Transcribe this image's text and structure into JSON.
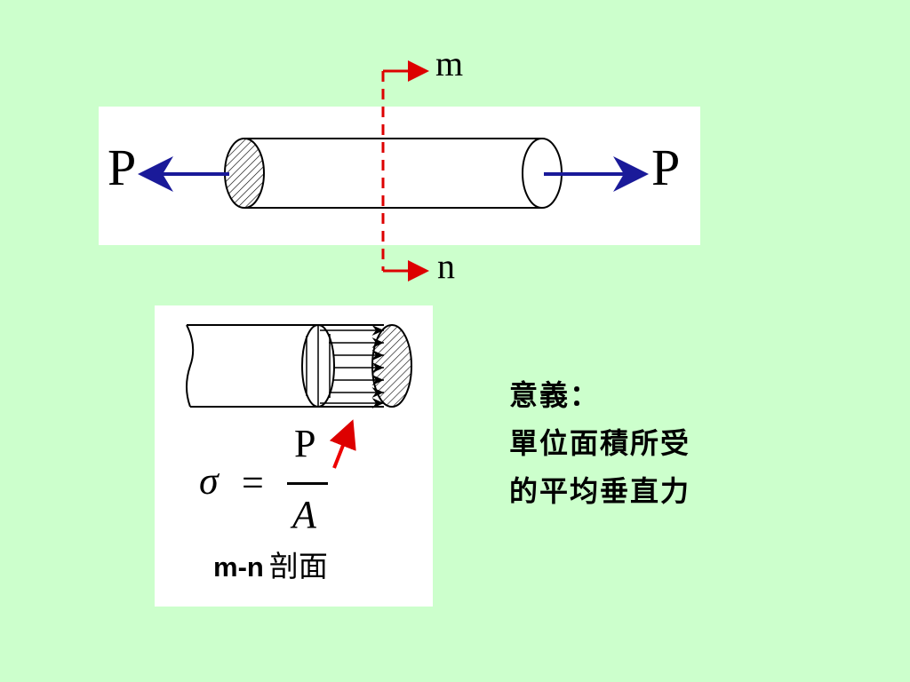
{
  "bar_diagram": {
    "section_top_label": "m",
    "section_bottom_label": "n",
    "left_force_label": "P",
    "right_force_label": "P"
  },
  "section_figure": {
    "formula": {
      "lhs": "σ",
      "equals": "=",
      "numerator": "P",
      "denominator": "A"
    },
    "caption_letters": "m-n",
    "caption_text": "剖面"
  },
  "meaning": {
    "title": "意義：",
    "line1": "單位面積所受",
    "line2": "的平均垂直力"
  },
  "colors": {
    "background": "#ccffcc",
    "section_line": "#dd0000",
    "force_arrow": "#1a1a99",
    "stress_pointer": "#ee0000"
  }
}
